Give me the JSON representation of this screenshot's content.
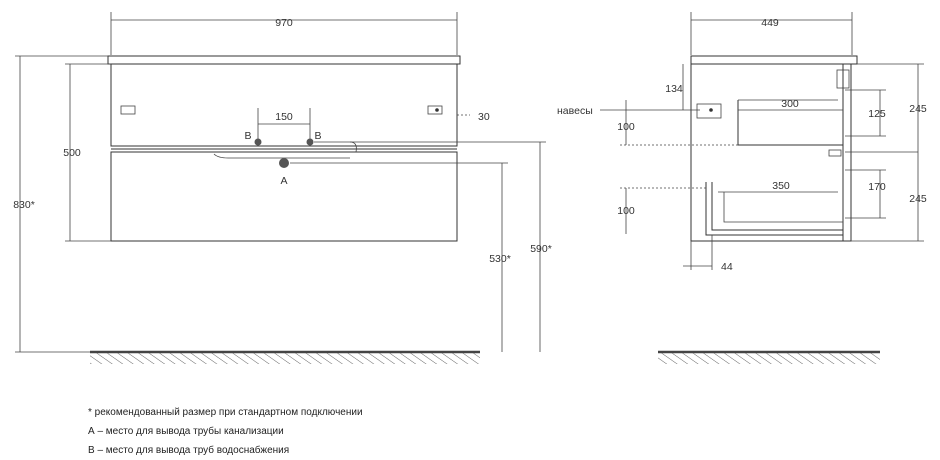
{
  "front_view": {
    "width_label": "970",
    "total_height_label": "830*",
    "body_height_label": "500",
    "pipe_spacing_label": "150",
    "hinge_offset_label": "30",
    "point_b_left": "B",
    "point_b_right": "B",
    "point_a": "A",
    "drain_height_label": "530*",
    "water_height_label": "590*"
  },
  "side_view": {
    "depth_label": "449",
    "hinges_label": "навесы",
    "hinge_top_label": "134",
    "upper_drawer_depth": "300",
    "upper_drawer_height": "125",
    "upper_drawer_front": "245",
    "upper_left_100": "100",
    "lower_drawer_depth": "350",
    "lower_drawer_height": "170",
    "lower_drawer_front": "245",
    "lower_left_100": "100",
    "bottom_offset": "44"
  },
  "notes": [
    "* рекомендованный размер при стандартном подключении",
    "А – место для вывода трубы канализации",
    "В – место для вывода труб водоснабжения"
  ],
  "colors": {
    "line": "#333333",
    "pipe_point": "#555555",
    "floor": "#444444"
  }
}
